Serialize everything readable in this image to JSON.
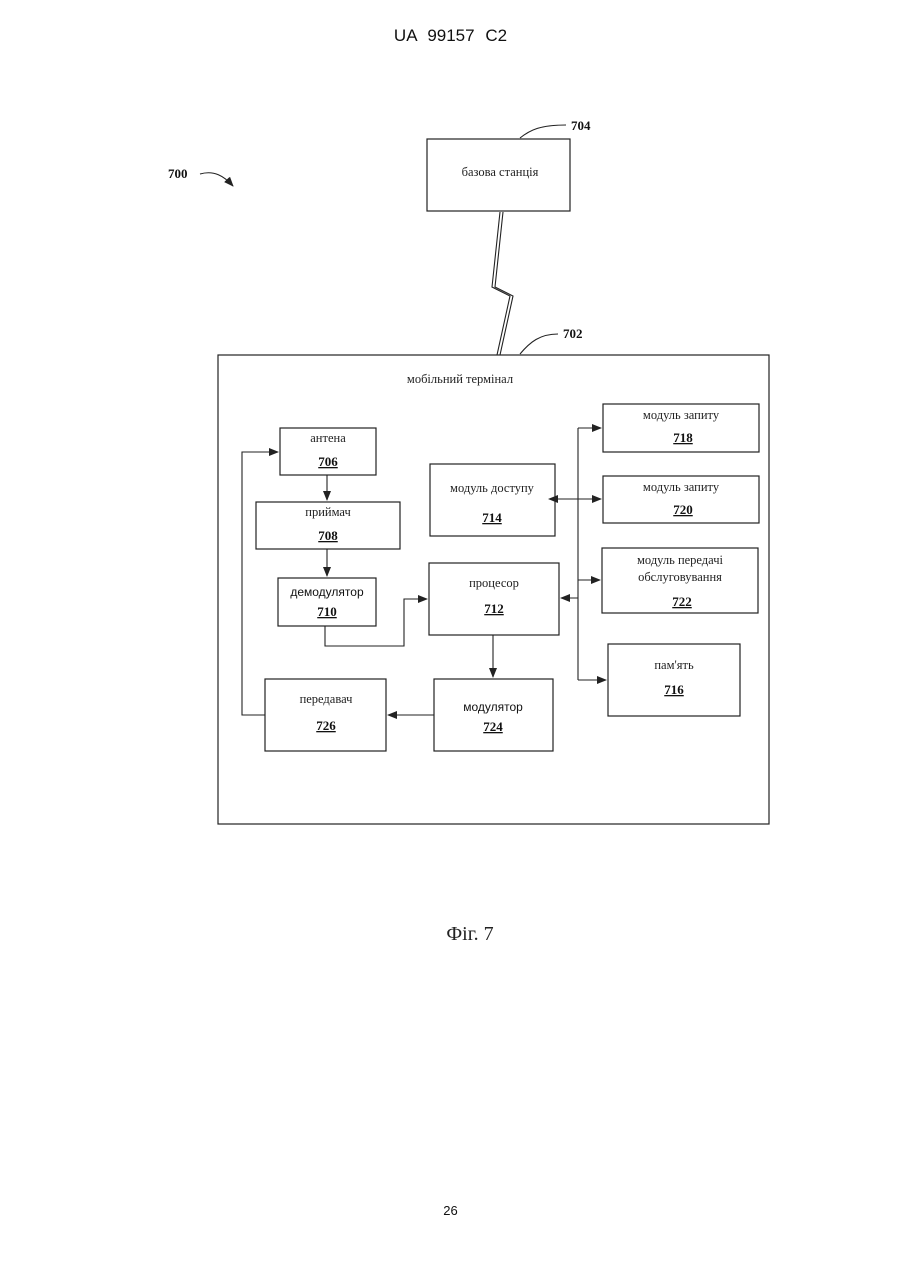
{
  "page": {
    "header": "UA 99157 C2",
    "page_number": "26"
  },
  "figure": {
    "caption": "Фіг. 7",
    "system_ref": "700",
    "base_station": {
      "label": "базова станція",
      "ref": "704"
    },
    "terminal": {
      "label": "мобільний термінал",
      "ref": "702"
    },
    "blocks": {
      "antenna": {
        "label": "антена",
        "num": "706"
      },
      "receiver": {
        "label": "приймач",
        "num": "708"
      },
      "demodulator": {
        "label": "демодулятор",
        "num": "710"
      },
      "processor": {
        "label": "процесор",
        "num": "712"
      },
      "access_module": {
        "label": "модуль доступу",
        "num": "714"
      },
      "memory": {
        "label": "пам'ять",
        "num": "716"
      },
      "request_module_1": {
        "label": "модуль запиту",
        "num": "718"
      },
      "request_module_2": {
        "label": "модуль запиту",
        "num": "720"
      },
      "handoff_module": {
        "label_line1": "модуль передачі",
        "label_line2": "обслуговування",
        "num": "722"
      },
      "modulator": {
        "label": "модулятор",
        "num": "724"
      },
      "transmitter": {
        "label": "передавач",
        "num": "726"
      }
    }
  }
}
